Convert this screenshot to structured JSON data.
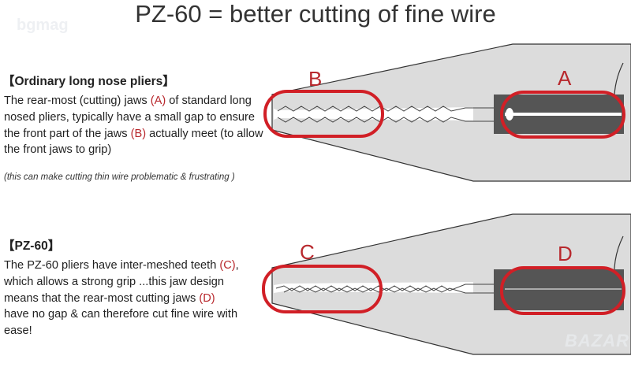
{
  "title": "PZ-60 = better cutting of fine wire",
  "watermarks": {
    "top_left": "bgmag",
    "bottom_right": "BAZAR"
  },
  "section1": {
    "heading": "【Ordinary long nose pliers】",
    "text_1": "The rear-most (cutting) jaws ",
    "mark_a": "(A)",
    "text_2": " of standard long nosed pliers, typically have a small gap to ensure the front part of the jaws ",
    "mark_b": "(B)",
    "text_3": " actually meet (to allow the front jaws to grip)",
    "note": "(this can make cutting thin wire problematic & frustrating )"
  },
  "section2": {
    "heading": "【PZ-60】",
    "text_1": "The PZ-60 pliers have inter-meshed teeth ",
    "mark_c": "(C)",
    "text_2": ", which allows a strong grip ...this jaw design means that the rear-most cutting jaws ",
    "mark_d": "(D)",
    "text_3": " have no gap & can therefore cut fine wire with ease!"
  },
  "diagram_labels": {
    "a": "A",
    "b": "B",
    "c": "C",
    "d": "D"
  },
  "colors": {
    "accent": "#b8282d",
    "metal": "#dcdcdc",
    "cutter": "#555555"
  }
}
